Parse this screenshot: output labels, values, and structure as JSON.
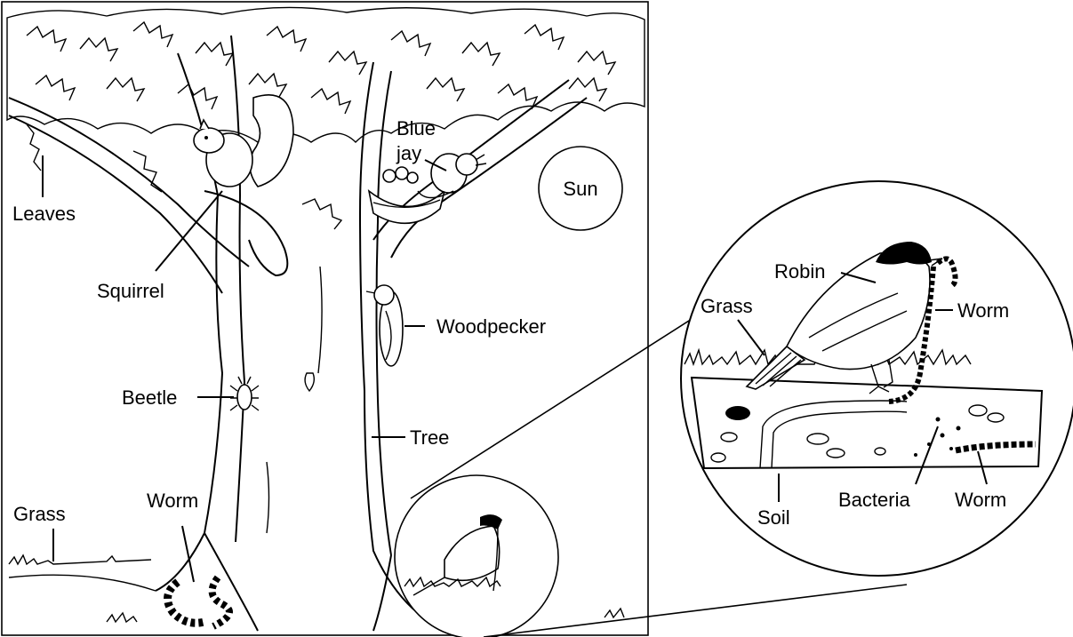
{
  "labels": {
    "leaves": "Leaves",
    "squirrel": "Squirrel",
    "blue_jay_line1": "Blue",
    "blue_jay_line2": "jay",
    "sun": "Sun",
    "woodpecker": "Woodpecker",
    "beetle": "Beetle",
    "tree": "Tree",
    "grass": "Grass",
    "worm": "Worm"
  },
  "inset_labels": {
    "robin": "Robin",
    "grass": "Grass",
    "worm_top": "Worm",
    "soil": "Soil",
    "bacteria": "Bacteria",
    "worm_bottom": "Worm"
  }
}
